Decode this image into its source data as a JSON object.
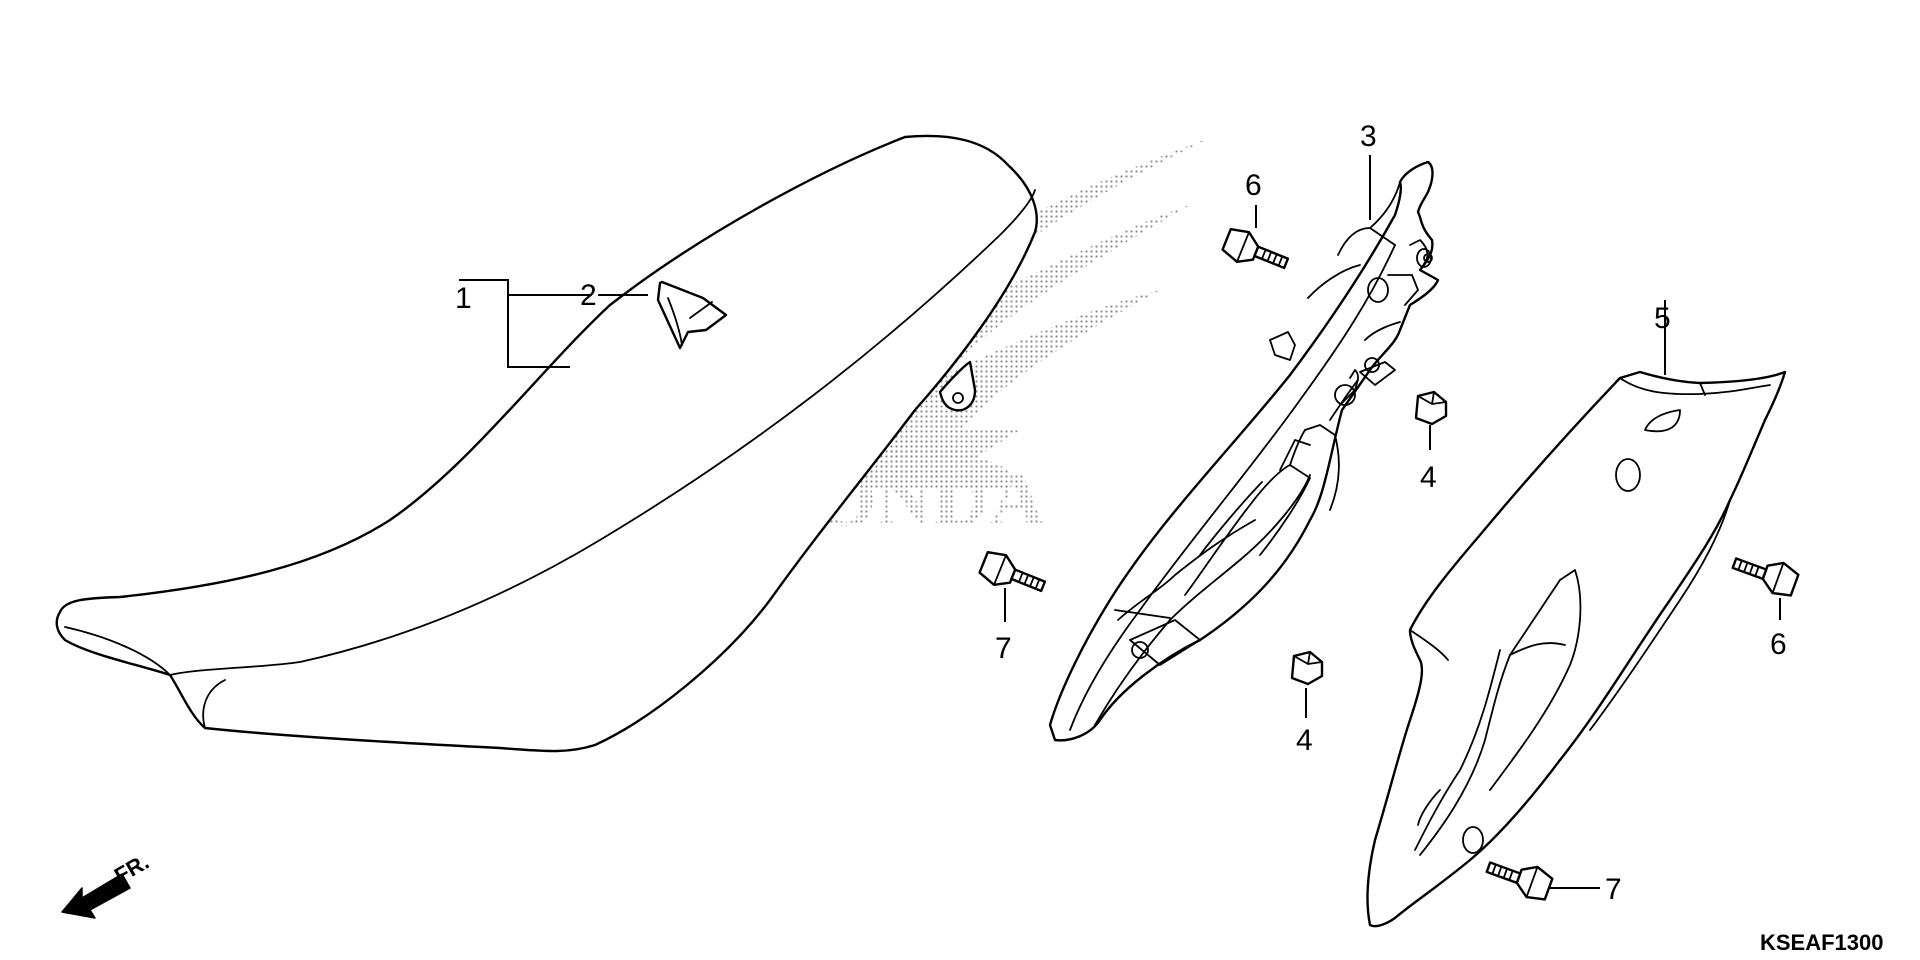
{
  "diagram": {
    "watermark_brand": "HONDA",
    "drawing_code": "KSEAF1300",
    "front_indicator": "FR.",
    "callouts": {
      "c1": "1",
      "c2": "2",
      "c3": "3",
      "c4a": "4",
      "c4b": "4",
      "c5": "5",
      "c6a": "6",
      "c6b": "6",
      "c7a": "7",
      "c7b": "7"
    }
  }
}
